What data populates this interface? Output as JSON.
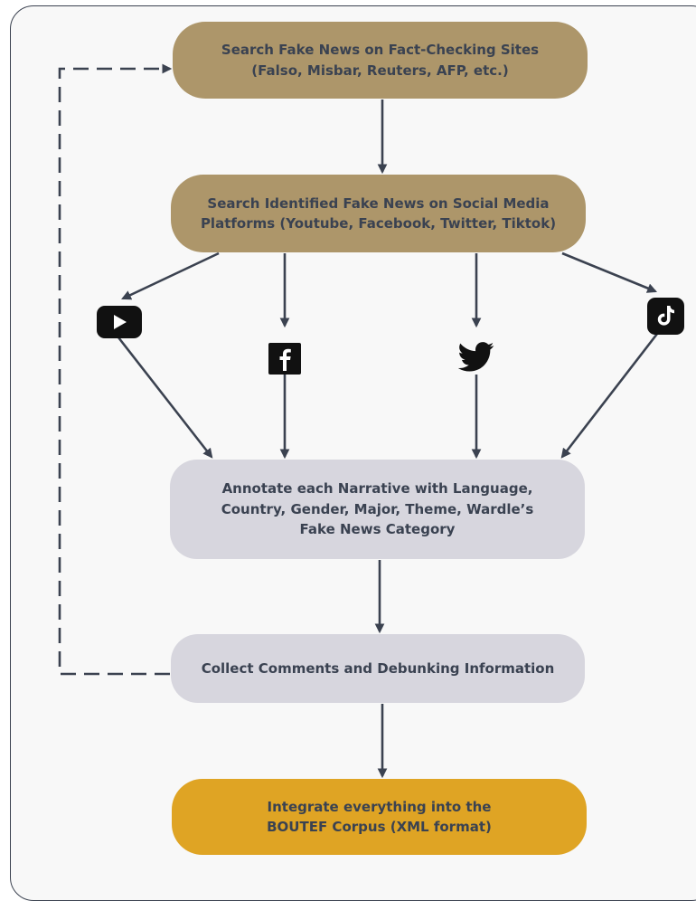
{
  "nodes": {
    "search_fact_checking": "Search Fake News on Fact-Checking Sites\n(Falso, Misbar, Reuters, AFP, etc.)",
    "search_social_media": "Search Identified Fake News on Social Media\nPlatforms (Youtube, Facebook, Twitter, Tiktok)",
    "annotate": "Annotate each Narrative with Language,\nCountry, Gender, Major, Theme, Wardle’s\nFake News Category",
    "collect": "Collect Comments and Debunking Information",
    "integrate": "Integrate everything into the\nBOUTEF Corpus (XML format)"
  },
  "platform_icons": [
    "youtube-icon",
    "facebook-icon",
    "twitter-icon",
    "tiktok-icon"
  ],
  "colors": {
    "brown_box": "#ad966a",
    "grey_box": "#d7d6de",
    "gold_box": "#dfa424",
    "text": "#3a4251",
    "arrow": "#3b4250"
  }
}
